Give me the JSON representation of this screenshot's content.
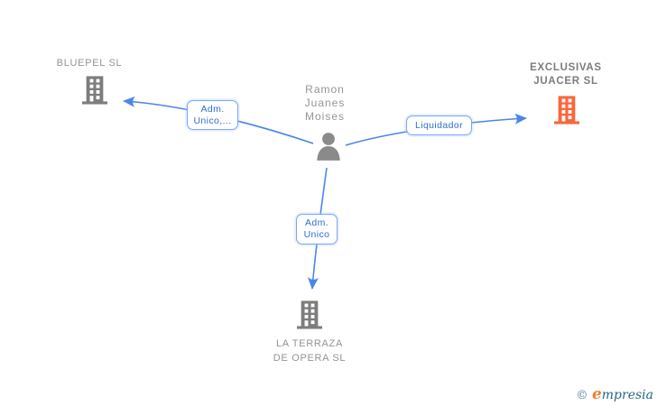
{
  "person": {
    "name_lines": [
      "Ramon",
      "Juanes",
      "Moises"
    ]
  },
  "companies": {
    "bluepel": {
      "name": "BLUEPEL SL"
    },
    "juacer": {
      "name_line1": "EXCLUSIVAS",
      "name_line2": "JUACER SL"
    },
    "terraza": {
      "name_line1": "LA TERRAZA",
      "name_line2": "DE OPERA SL"
    }
  },
  "relationships": {
    "to_bluepel": {
      "label_line1": "Adm.",
      "label_line2": "Unico,..."
    },
    "to_juacer": {
      "label": "Liquidador"
    },
    "to_terraza": {
      "label_line1": "Adm.",
      "label_line2": "Unico"
    }
  },
  "watermark": {
    "copyright": "©",
    "brand_accent": "e",
    "brand_rest": "mpresia"
  },
  "icons": {
    "person": "person-icon",
    "gray_building": "building-icon",
    "orange_building": "building-icon"
  },
  "colors": {
    "edge_blue": "#4a86e8",
    "relation_text_blue": "#2e6fd0",
    "relation_border_blue": "#7aa6f2",
    "node_gray": "#7d7d7d",
    "text_gray": "#939393",
    "juacer_orange": "#f9663d",
    "brand_orange": "#ef7d2e",
    "brand_teal": "#23687e"
  }
}
